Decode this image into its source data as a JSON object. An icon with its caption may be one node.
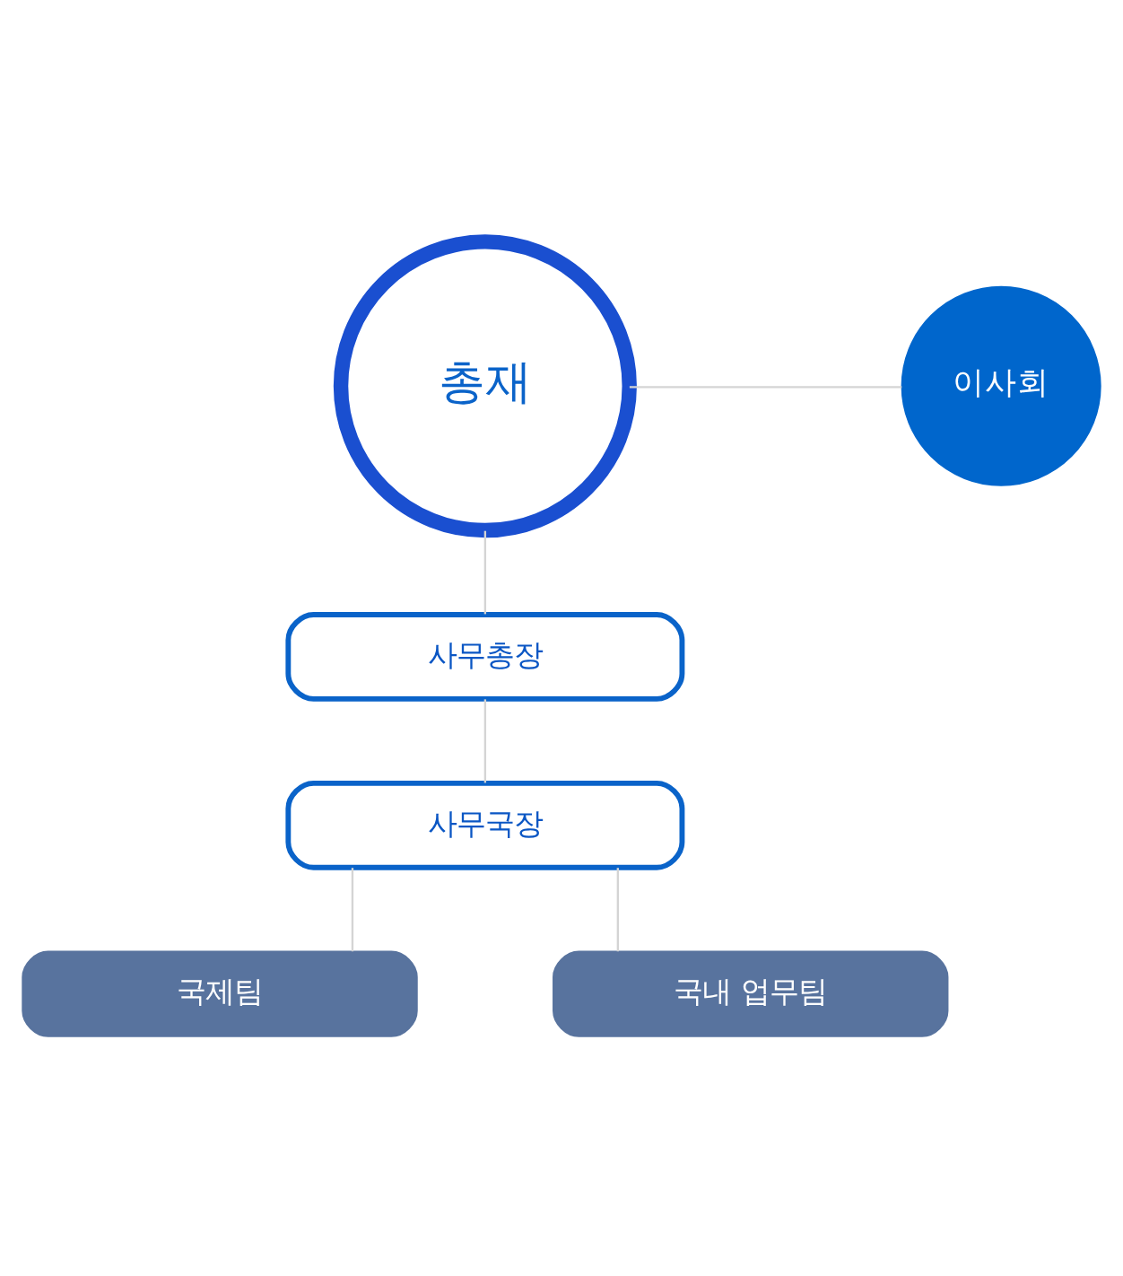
{
  "diagram": {
    "nodes": [
      {
        "text": [
          "총재"
        ]
      },
      {
        "text": [
          "이사회"
        ]
      },
      {
        "text": [
          "사무총장"
        ]
      },
      {
        "text": [
          "사무국장"
        ]
      },
      {
        "text": [
          "국제팀"
        ]
      },
      {
        "text": [
          "국내 업무팀"
        ]
      }
    ],
    "edges": [
      {
        "from": 0,
        "to": 1,
        "arrow": "none"
      },
      {
        "from": 0,
        "to": 2,
        "arrow": "none"
      },
      {
        "from": 2,
        "to": 3,
        "arrow": "none"
      },
      {
        "from": 3,
        "to": 4,
        "arrow": "none"
      },
      {
        "from": 3,
        "to": 5,
        "arrow": "none"
      }
    ]
  }
}
